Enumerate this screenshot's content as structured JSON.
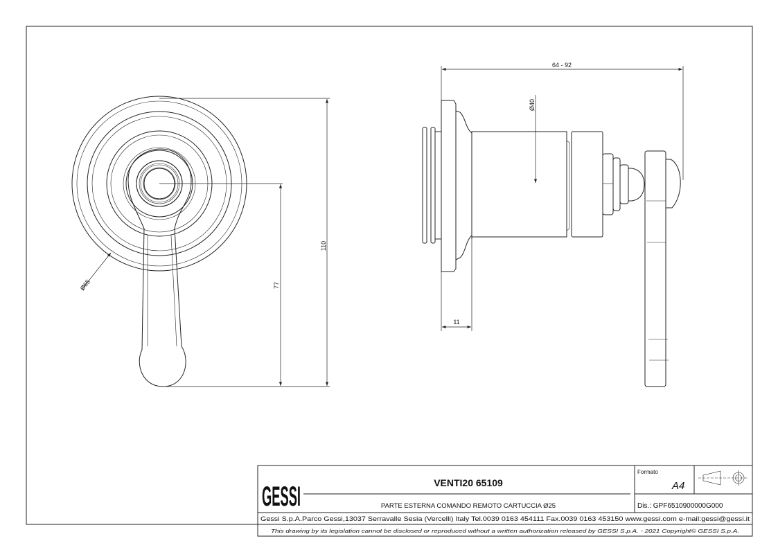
{
  "dimensions": {
    "front_diameter": "Ø65",
    "height_total": "110",
    "handle_height": "77",
    "depth_range": "64 - 92",
    "body_diameter": "Ø40",
    "flange_depth": "11"
  },
  "title_block": {
    "logo": "GESSI",
    "product_title": "VENTI20 65109",
    "description": "PARTE ESTERNA COMANDO REMOTO CARTUCCIA Ø25",
    "format_label": "Formato",
    "format_value": "A4",
    "drawing_number": "Dis.: GPF6510900000G000",
    "company_info": "Gessi S.p.A.Parco Gessi,13037 Serravalle Sesia (Vercelli) Italy Tel.0039 0163 454111 Fax.0039 0163 453150 www.gessi.com e-mail:gessi@gessi.it",
    "copyright": "This drawing by its legislation cannot be disclosed or reproduced without a written authorization released by GESSI S.p.A. - 2021 Copyright© GESSI S.p.A."
  }
}
